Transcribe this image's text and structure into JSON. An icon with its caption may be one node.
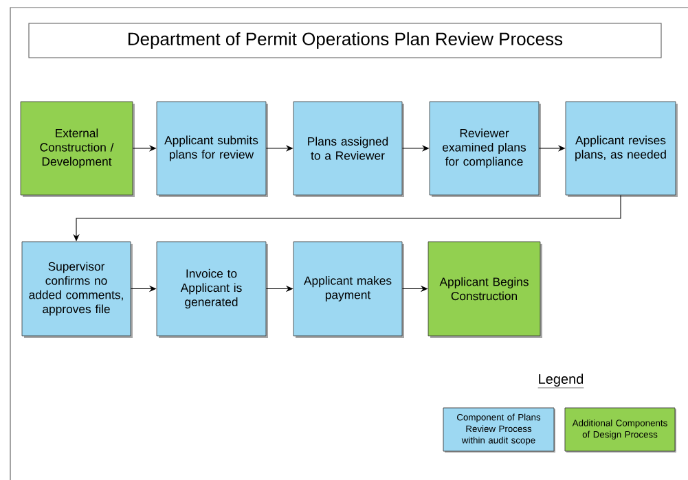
{
  "diagram": {
    "title": "Department of Permit Operations Plan Review Process",
    "nodes": [
      {
        "text": [
          "External Construction / Development"
        ]
      },
      {
        "text": [
          "Applicant submits plans for review"
        ]
      },
      {
        "text": [
          "Plans assigned to a Reviewer"
        ]
      },
      {
        "text": [
          "Reviewer examined plans for compliance"
        ]
      },
      {
        "text": [
          "Applicant revises plans, as needed"
        ]
      },
      {
        "text": [
          "Supervisor confirms no added comments, approves file"
        ]
      },
      {
        "text": [
          "Invoice to Applicant is generated"
        ]
      },
      {
        "text": [
          "Applicant makes payment"
        ]
      },
      {
        "text": [
          "Applicant Begins Construction"
        ]
      }
    ],
    "edges": [
      {
        "from": 0,
        "to": 1,
        "arrow": "to"
      },
      {
        "from": 1,
        "to": 2,
        "arrow": "to"
      },
      {
        "from": 2,
        "to": 3,
        "arrow": "to"
      },
      {
        "from": 3,
        "to": 4,
        "arrow": "to"
      },
      {
        "from": 4,
        "to": 5,
        "arrow": "to"
      },
      {
        "from": 5,
        "to": 6,
        "arrow": "to"
      },
      {
        "from": 6,
        "to": 7,
        "arrow": "to"
      },
      {
        "from": 7,
        "to": 8,
        "arrow": "to"
      }
    ],
    "labels": [
      "Legend"
    ],
    "legend": [
      {
        "text": "Component of Plans Review Process within audit scope",
        "color": "#9dd8f2"
      },
      {
        "text": "Additional Components of Design Process",
        "color": "#92d050"
      }
    ]
  }
}
